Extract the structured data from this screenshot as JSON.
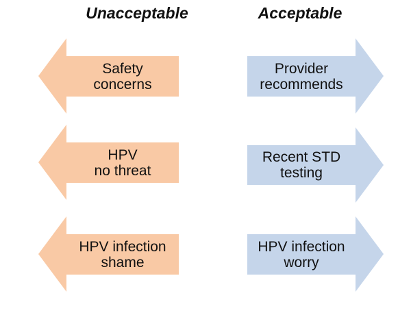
{
  "colors": {
    "unacceptable_fill": "#f9c9a5",
    "acceptable_fill": "#c5d5ea"
  },
  "headings": {
    "unacceptable": "Unacceptable",
    "acceptable": "Acceptable"
  },
  "unacceptable_arrows": [
    {
      "line1": "Safety",
      "line2": "concerns"
    },
    {
      "line1": "HPV",
      "line2": "no threat"
    },
    {
      "line1": "HPV infection",
      "line2": "shame"
    }
  ],
  "acceptable_arrows": [
    {
      "line1": "Provider",
      "line2": "recommends"
    },
    {
      "line1": "Recent STD",
      "line2": "testing"
    },
    {
      "line1": "HPV infection",
      "line2": "worry"
    }
  ]
}
